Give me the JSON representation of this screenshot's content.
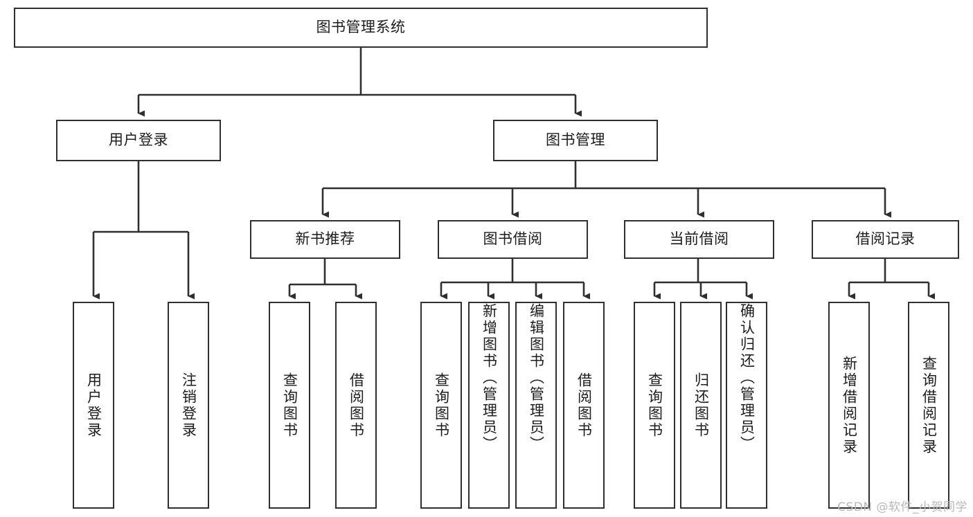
{
  "diagram": {
    "type": "hierarchy-tree",
    "title": "图书管理系统",
    "colors": {
      "box_border": "#2f2f2f",
      "box_fill": "#ffffff",
      "edge": "#2f2f2f",
      "text": "#1c1c1c",
      "watermark": "#b8b8b8",
      "background": "#ffffff"
    },
    "watermark": "CSDN @软件_小贺同学",
    "levels": [
      {
        "level": 0,
        "nodes": [
          {
            "id": "root",
            "label": "图书管理系统",
            "orientation": "horizontal"
          }
        ]
      },
      {
        "level": 1,
        "nodes": [
          {
            "id": "user-login",
            "label": "用户登录",
            "orientation": "horizontal",
            "parent": "root"
          },
          {
            "id": "book-manage",
            "label": "图书管理",
            "orientation": "horizontal",
            "parent": "root"
          }
        ]
      },
      {
        "level": 2,
        "nodes": [
          {
            "id": "new-book-rec",
            "label": "新书推荐",
            "orientation": "horizontal",
            "parent": "book-manage"
          },
          {
            "id": "book-borrow",
            "label": "图书借阅",
            "orientation": "horizontal",
            "parent": "book-manage"
          },
          {
            "id": "current-borrow",
            "label": "当前借阅",
            "orientation": "horizontal",
            "parent": "book-manage"
          },
          {
            "id": "borrow-record",
            "label": "借阅记录",
            "orientation": "horizontal",
            "parent": "book-manage"
          }
        ]
      },
      {
        "level": 3,
        "nodes": [
          {
            "id": "leaf-user-login",
            "label": "用户登录",
            "orientation": "vertical",
            "parent": "user-login"
          },
          {
            "id": "leaf-logout",
            "label": "注销登录",
            "orientation": "vertical",
            "parent": "user-login"
          },
          {
            "id": "leaf-query-book-1",
            "label": "查询图书",
            "orientation": "vertical",
            "parent": "new-book-rec"
          },
          {
            "id": "leaf-borrow-book-1",
            "label": "借阅图书",
            "orientation": "vertical",
            "parent": "new-book-rec"
          },
          {
            "id": "leaf-query-book-2",
            "label": "查询图书",
            "orientation": "vertical",
            "parent": "book-borrow"
          },
          {
            "id": "leaf-add-book",
            "label": "新增图书（管理员）",
            "orientation": "vertical",
            "parent": "book-borrow"
          },
          {
            "id": "leaf-edit-book",
            "label": "编辑图书（管理员）",
            "orientation": "vertical",
            "parent": "book-borrow"
          },
          {
            "id": "leaf-borrow-book-2",
            "label": "借阅图书",
            "orientation": "vertical",
            "parent": "book-borrow"
          },
          {
            "id": "leaf-query-book-3",
            "label": "查询图书",
            "orientation": "vertical",
            "parent": "current-borrow"
          },
          {
            "id": "leaf-return-book",
            "label": "归还图书",
            "orientation": "vertical",
            "parent": "current-borrow"
          },
          {
            "id": "leaf-confirm-return",
            "label": "确认归还（管理员）",
            "orientation": "vertical",
            "parent": "current-borrow"
          },
          {
            "id": "leaf-add-record",
            "label": "新增借阅记录",
            "orientation": "vertical",
            "parent": "borrow-record"
          },
          {
            "id": "leaf-query-record",
            "label": "查询借阅记录",
            "orientation": "vertical",
            "parent": "borrow-record"
          }
        ]
      }
    ]
  }
}
